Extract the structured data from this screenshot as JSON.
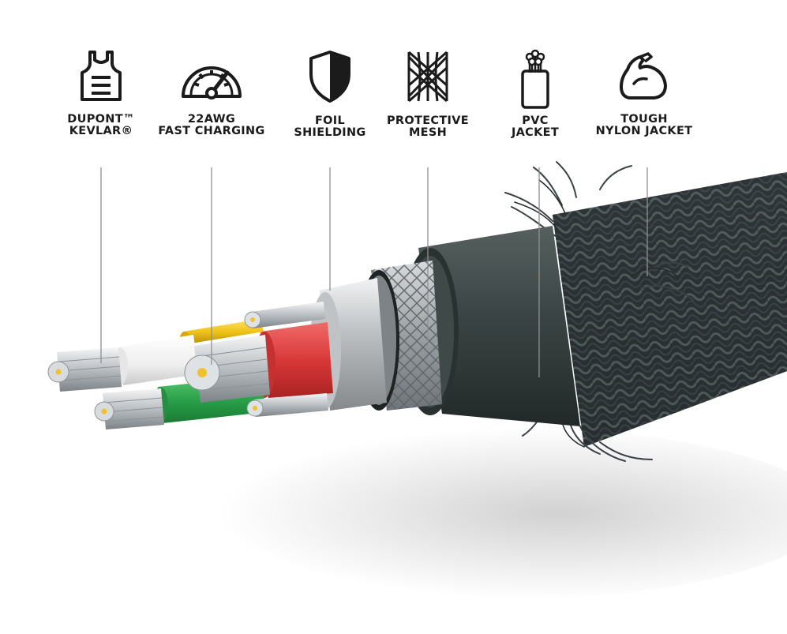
{
  "layers": [
    {
      "id": "kevlar",
      "icon": "vest-icon",
      "line1": "DUPONT™",
      "line2": "KEVLAR®"
    },
    {
      "id": "awg",
      "icon": "gauge-icon",
      "line1": "22AWG",
      "line2": "FAST CHARGING"
    },
    {
      "id": "foil",
      "icon": "shield-icon",
      "line1": "FOIL",
      "line2": "SHIELDING"
    },
    {
      "id": "mesh",
      "icon": "mesh-icon",
      "line1": "PROTECTIVE",
      "line2": "MESH"
    },
    {
      "id": "pvc",
      "icon": "wire-bundle-icon",
      "line1": "PVC",
      "line2": "JACKET"
    },
    {
      "id": "nylon",
      "icon": "flexed-arm-icon",
      "line1": "TOUGH",
      "line2": "NYLON JACKET"
    }
  ],
  "colors": {
    "text": "#1b1b1b",
    "leader": "#8f8f8f",
    "nylon": "#2e3538",
    "pvc": "#3b4444",
    "mesh": "#a7adb0",
    "foil": "#c9cdd0",
    "red_wire": "#d93838",
    "green_wire": "#2aa14a",
    "white_wire": "#f4f4f4",
    "yellow_wire": "#f0c419",
    "conductor": "#c7ccd0"
  }
}
